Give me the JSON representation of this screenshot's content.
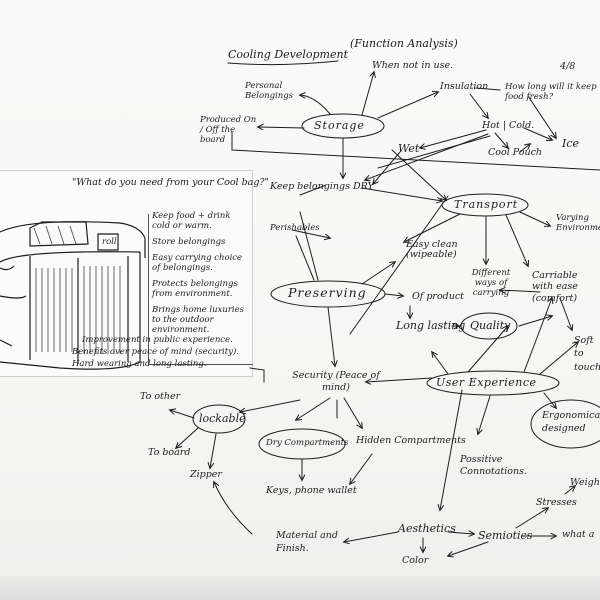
{
  "title": {
    "main": "Cooling Development",
    "sub": "(Function Analysis)",
    "page": "4/8"
  },
  "questions": {
    "heading": "\"What do you need from your Cool bag?\"",
    "items": [
      "Keep food + drink cold or warm.",
      "Store belongings",
      "Easy carrying choice of belongings.",
      "Protects belongings from environment.",
      "Brings home luxuries to the outdoor environment."
    ],
    "notes": [
      "Improvement in public experience.",
      "Benefits over peace of mind (security).",
      "Hard wearing and long lasting."
    ]
  },
  "bag": {
    "label": "roll"
  },
  "nodes": {
    "storage": "Storage",
    "transport": "Transport",
    "preserving": "Preserving",
    "user_experience": "User Experience",
    "personal_belongings": "Personal Belongings",
    "when_not_in_use": "When not in use.",
    "insulation": "Insulation",
    "how_long": "How long will it keep food fresh?",
    "produced_on": "Produced On / Off the board",
    "hot_cold": "Hot | Cold.",
    "ice": "Ice",
    "cool_pouch": "Cool Pouch",
    "wet": "Wet",
    "keep_dry": "Keep belongings DRY",
    "varying": "Varying Environments",
    "perishables": "Perishables",
    "easy_clean": "Easy clean (wipeable)",
    "different_ways": "Different ways of carrying",
    "carriable": "Carriable with ease (comfort)",
    "of_product": "Of product",
    "long_lasting": "Long lasting",
    "quality": "Quality",
    "soft": "Soft to touch",
    "security": "Security (Peace of mind)",
    "to_other": "To other",
    "lockable": "lockable",
    "to_board": "To board",
    "zipper": "Zipper",
    "dry_compartments": "Dry Compartments",
    "keys_phone": "Keys, phone wallet",
    "hidden_compartments": "Hidden Compartments",
    "positive_connotations": "Possitive Connotations.",
    "ergonomical": "Ergonomically designed",
    "weight": "Weight",
    "stresses": "Stresses",
    "material_finish": "Material and Finish.",
    "aesthetics": "Aesthetics",
    "color": "Color",
    "semiotics": "Semiotics",
    "what_a": "what a"
  },
  "colors": {
    "ink": "#1d1d1d",
    "paper": "#f6f6f5"
  }
}
